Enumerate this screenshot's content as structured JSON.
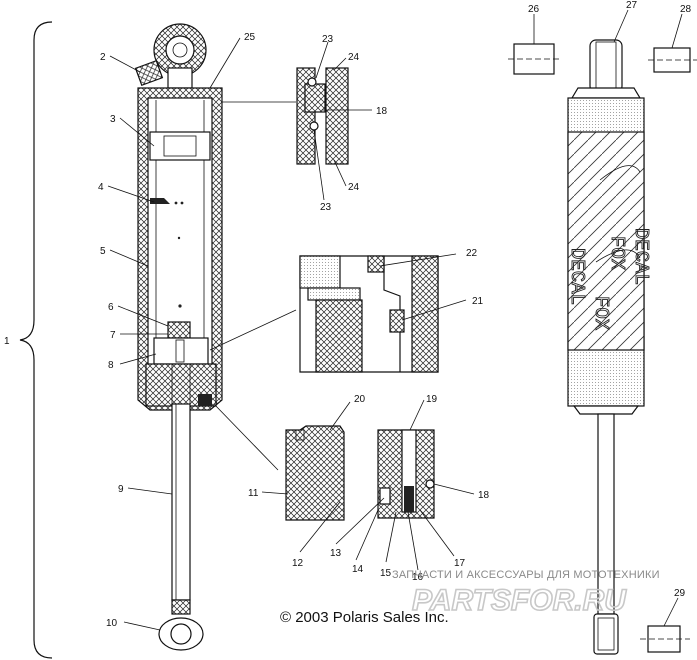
{
  "callouts": {
    "n1": "1",
    "n2": "2",
    "n3": "3",
    "n4": "4",
    "n5": "5",
    "n6": "6",
    "n7": "7",
    "n8": "8",
    "n9": "9",
    "n10": "10",
    "n11": "11",
    "n12": "12",
    "n13": "13",
    "n14": "14",
    "n15": "15",
    "n16": "16",
    "n17": "17",
    "n18": "18",
    "n19": "19",
    "n20": "20",
    "n21": "21",
    "n22": "22",
    "n23": "23",
    "n24": "24",
    "n25": "25",
    "n26": "26",
    "n27": "27",
    "n28": "28",
    "n29": "29"
  },
  "decal": {
    "line1": "FOX",
    "line2": "DECAL"
  },
  "copyright": "© 2003 Polaris Sales Inc.",
  "watermark": {
    "caption": "ЗАПЧАСТИ И АКСЕССУАРЫ ДЛЯ МОТОТЕХНИКИ",
    "logo": "PARTSFOR.RU"
  }
}
